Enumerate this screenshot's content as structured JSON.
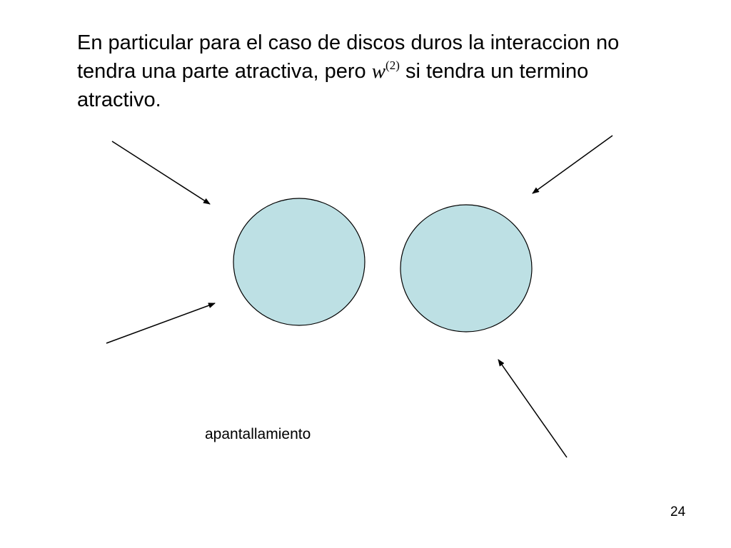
{
  "slide": {
    "text": {
      "line1": "En particular para el caso de discos duros la interaccion no",
      "line2_before": "tendra una parte atractiva, pero",
      "math_symbol": "w",
      "math_superscript": "(2)",
      "line2_after": "si tendra un termino",
      "line3": "atractivo."
    },
    "caption": "apantallamiento",
    "slide_number": "24"
  },
  "diagram": {
    "disc_fill": "#bde0e4",
    "disc_stroke": "#000000",
    "arrow_color": "#000000"
  }
}
